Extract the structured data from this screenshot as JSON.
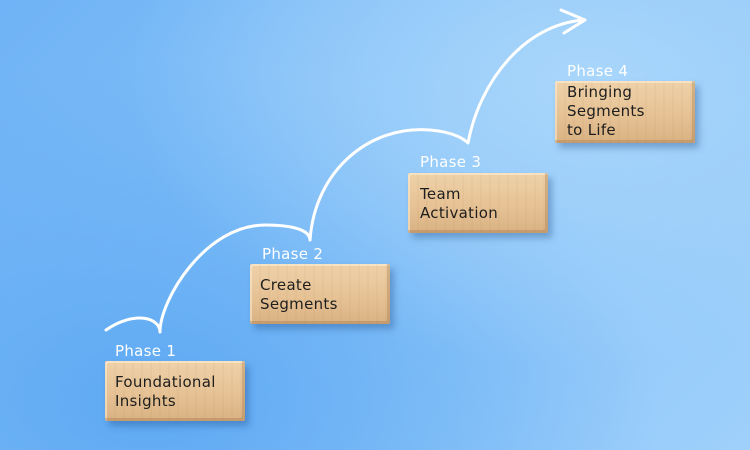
{
  "steps": [
    {
      "phase": "Phase 1",
      "title_lines": [
        "Foundational",
        "Insights"
      ]
    },
    {
      "phase": "Phase 2",
      "title_lines": [
        "Create",
        "Segments"
      ]
    },
    {
      "phase": "Phase 3",
      "title_lines": [
        "Team",
        "Activation"
      ]
    },
    {
      "phase": "Phase 4",
      "title_lines": [
        "Bringing",
        "Segments",
        "to Life"
      ]
    }
  ],
  "colors": {
    "background": "#86c2f8",
    "arrow": "#ffffff",
    "block_wood": "#e6c295",
    "block_text": "#1e1e1e",
    "phase_text": "#ffffff"
  },
  "icons": {
    "arrow": "curved-upward-arrow-icon"
  }
}
